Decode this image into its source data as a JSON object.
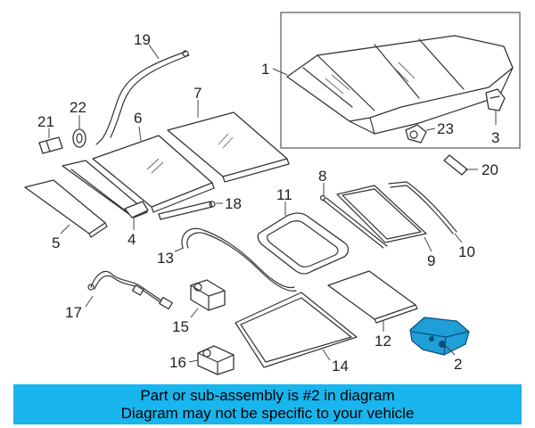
{
  "callouts": {
    "c1": "1",
    "c2": "2",
    "c3": "3",
    "c4": "4",
    "c5": "5",
    "c6": "6",
    "c7": "7",
    "c8": "8",
    "c9": "9",
    "c10": "10",
    "c11": "11",
    "c12": "12",
    "c13": "13",
    "c14": "14",
    "c15": "15",
    "c16": "16",
    "c17": "17",
    "c18": "18",
    "c19": "19",
    "c20": "20",
    "c21": "21",
    "c22": "22",
    "c23": "23"
  },
  "highlighted_part": "2",
  "caption": {
    "line1": "Part or sub-assembly is #2 in diagram",
    "line2": "Diagram may not be specific to your vehicle"
  },
  "colors": {
    "highlight": "#1f9ed8",
    "caption_bg": "#18b5ee"
  }
}
